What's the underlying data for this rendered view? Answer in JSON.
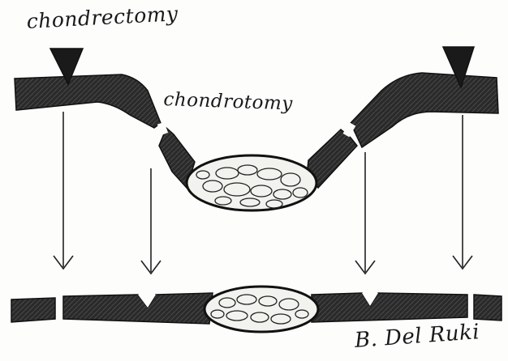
{
  "labels": {
    "top": "chondrectomy",
    "middle": "chondrotomy",
    "signature": "B. Del Ruki"
  },
  "colors": {
    "cartilage": "#262626",
    "ink": "#1a1a1a",
    "graft_fill": "#f2f2ef"
  }
}
